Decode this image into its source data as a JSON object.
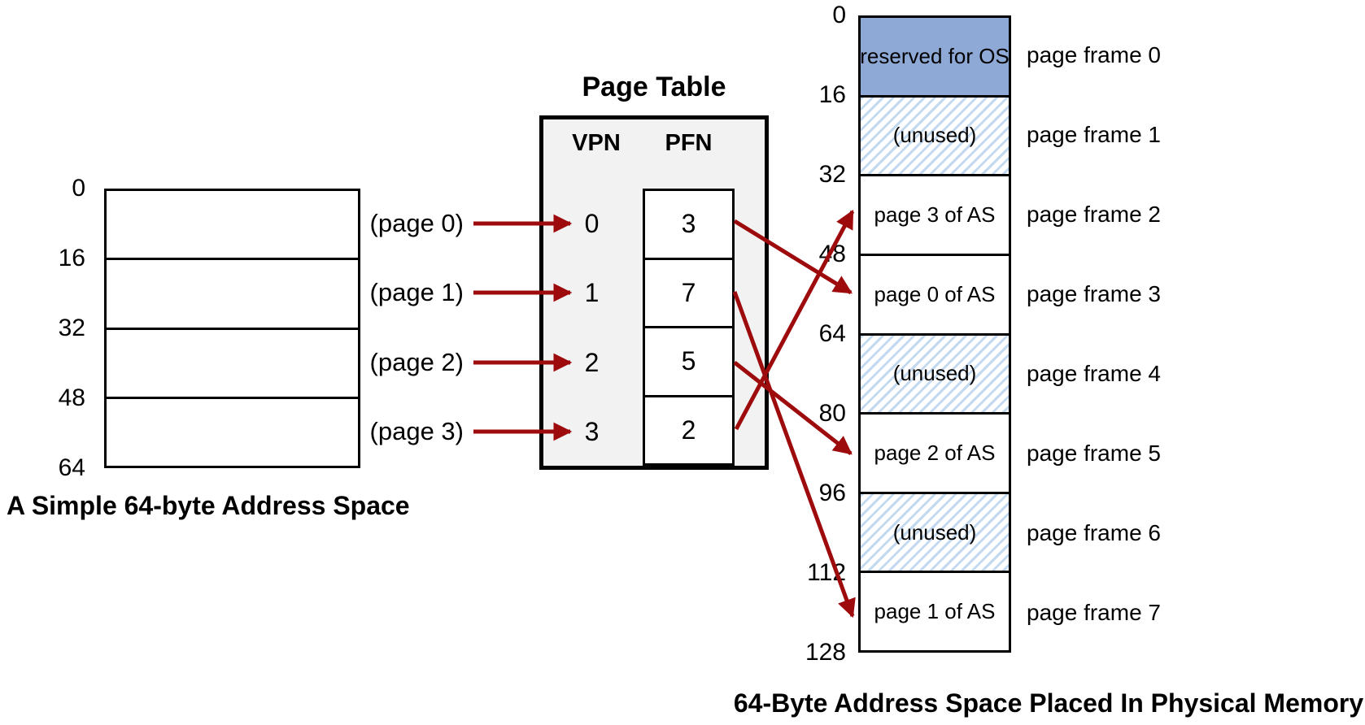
{
  "colors": {
    "arrow_color": "#9E0B0C",
    "reserved_fill": "#8EA9D6",
    "unused_stripe": "#C3D9F0",
    "table_fill": "#F2F2F2"
  },
  "address_space": {
    "caption": "A Simple 64-byte Address Space",
    "addresses": [
      "0",
      "16",
      "32",
      "48",
      "64"
    ]
  },
  "page_table": {
    "title": "Page Table",
    "col_vpn": "VPN",
    "col_pfn": "PFN",
    "rows": [
      {
        "label": "(page 0)",
        "vpn": "0",
        "pfn": "3"
      },
      {
        "label": "(page 1)",
        "vpn": "1",
        "pfn": "7"
      },
      {
        "label": "(page 2)",
        "vpn": "2",
        "pfn": "5"
      },
      {
        "label": "(page 3)",
        "vpn": "3",
        "pfn": "2"
      }
    ]
  },
  "physical_memory": {
    "caption": "64-Byte Address Space Placed In Physical Memory",
    "addresses": [
      "0",
      "16",
      "32",
      "48",
      "64",
      "80",
      "96",
      "112",
      "128"
    ],
    "frames": [
      {
        "content": "reserved for OS",
        "label": "page frame 0",
        "style": "reserved"
      },
      {
        "content": "(unused)",
        "label": "page frame 1",
        "style": "unused"
      },
      {
        "content": "page 3 of AS",
        "label": "page frame 2",
        "style": "used"
      },
      {
        "content": "page 0 of AS",
        "label": "page frame 3",
        "style": "used"
      },
      {
        "content": "(unused)",
        "label": "page frame 4",
        "style": "unused"
      },
      {
        "content": "page 2 of AS",
        "label": "page frame 5",
        "style": "used"
      },
      {
        "content": "(unused)",
        "label": "page frame 6",
        "style": "unused"
      },
      {
        "content": "page 1 of AS",
        "label": "page frame 7",
        "style": "used"
      }
    ],
    "mappings": [
      {
        "vpn": 0,
        "pfn": 3
      },
      {
        "vpn": 1,
        "pfn": 7
      },
      {
        "vpn": 2,
        "pfn": 5
      },
      {
        "vpn": 3,
        "pfn": 2
      }
    ]
  }
}
